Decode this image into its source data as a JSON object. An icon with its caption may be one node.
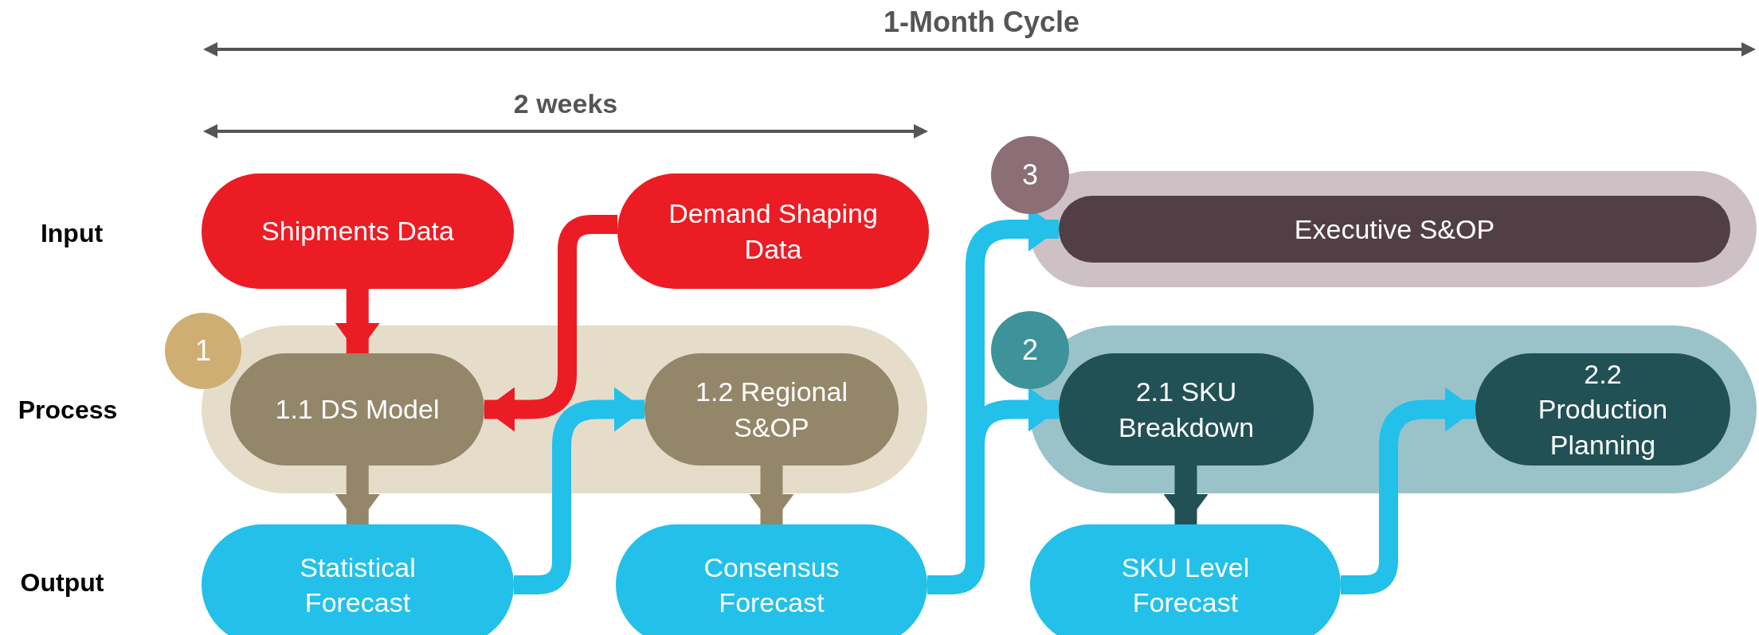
{
  "diagram": {
    "nodes": [
      {
        "text": [
          "Shipments Data"
        ]
      },
      {
        "text": [
          "Demand Shaping Data"
        ]
      },
      {
        "text": [
          "3"
        ]
      },
      {
        "text": [],
        "shape": "box"
      },
      {
        "text": [
          "Executive S&OP"
        ],
        "in": 3
      },
      {
        "text": [
          "1"
        ]
      },
      {
        "text": [],
        "shape": "box"
      },
      {
        "text": [
          "1.1 DS Model"
        ],
        "in": 6
      },
      {
        "text": [
          "1.2 Regional S&OP"
        ],
        "in": 6
      },
      {
        "text": [
          "2"
        ]
      },
      {
        "text": [],
        "shape": "box"
      },
      {
        "text": [
          "2.1 SKU Breakdown"
        ],
        "in": 10
      },
      {
        "text": [
          "2.2 Production Planning"
        ],
        "in": 10
      },
      {
        "text": [
          "Statistical Forecast"
        ]
      },
      {
        "text": [
          "Consensus Forecast"
        ]
      },
      {
        "text": [
          "SKU Level Forecast"
        ]
      }
    ],
    "edges": [
      {
        "from": 0,
        "to": 7,
        "arrow": "to",
        "color": "#ec1c24"
      },
      {
        "from": 1,
        "to": 7,
        "arrow": "to",
        "color": "#ec1c24"
      },
      {
        "from": 7,
        "to": 13,
        "arrow": "to",
        "color": "#948669"
      },
      {
        "from": 13,
        "to": 8,
        "arrow": "to"
      },
      {
        "from": 8,
        "to": 14,
        "arrow": "to",
        "color": "#948669"
      },
      {
        "from": 14,
        "to": 4,
        "arrow": "to"
      },
      {
        "from": 14,
        "to": 11,
        "arrow": "to"
      },
      {
        "from": 11,
        "to": 15,
        "arrow": "to",
        "color": "#215055"
      },
      {
        "from": 15,
        "to": 12,
        "arrow": "to"
      }
    ],
    "labels": [
      "1-Month Cycle",
      "2 weeks",
      "Input",
      "Process",
      "Output"
    ]
  }
}
